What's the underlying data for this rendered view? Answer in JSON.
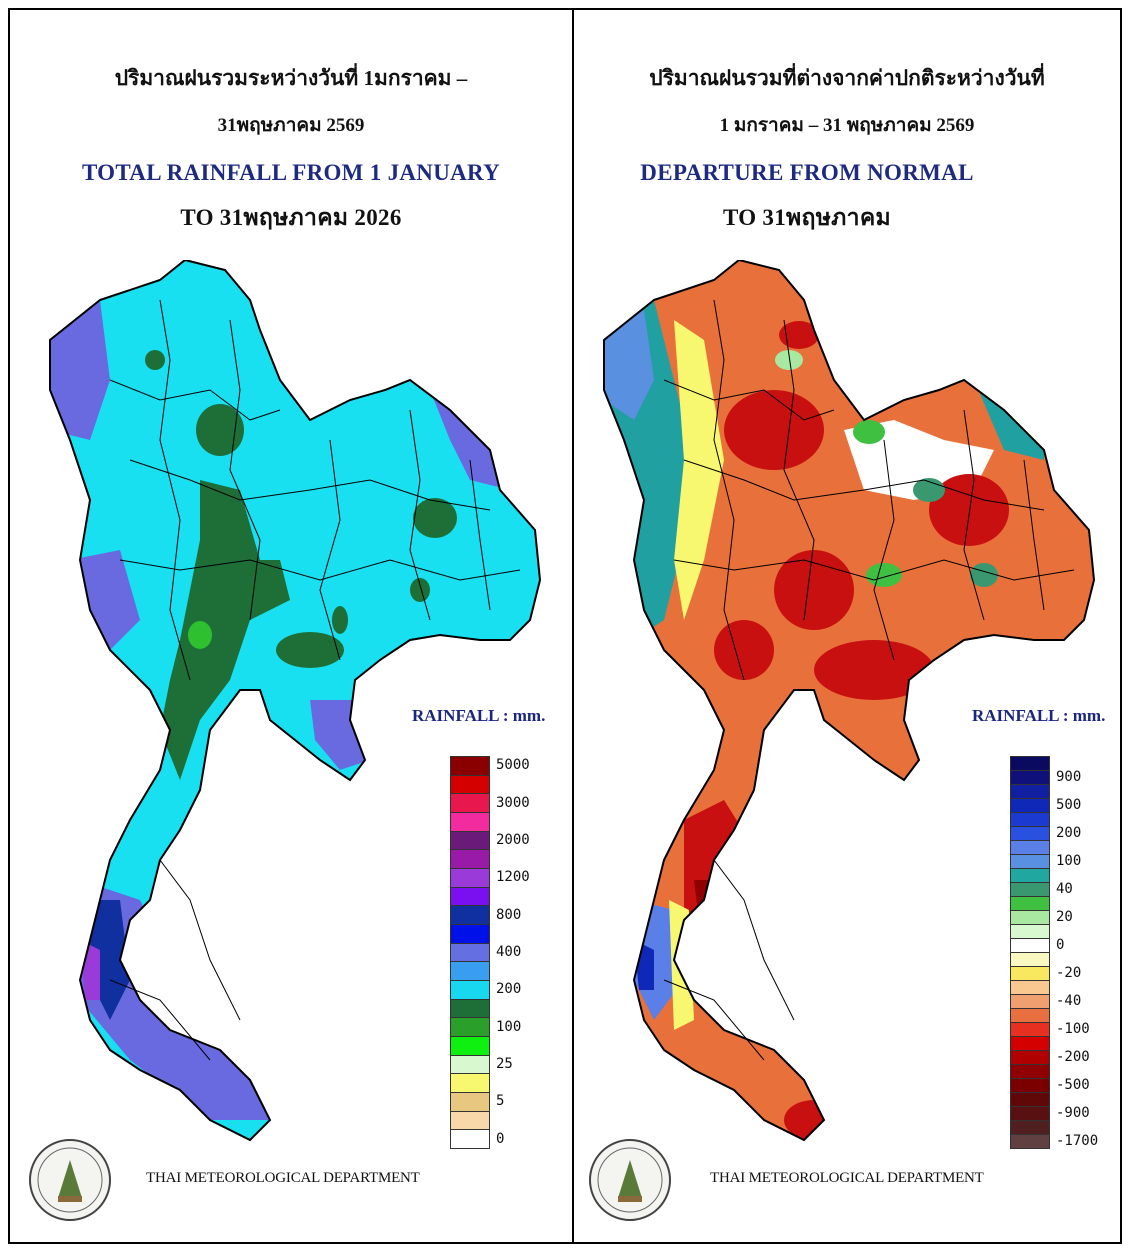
{
  "left_panel": {
    "thai_title_line1": "ปริมาณฝนรวมระหว่างวันที่ 1มกราคม –",
    "thai_title_line2": "31พฤษภาคม  2569",
    "eng_title_line1": "TOTAL RAINFALL FROM 1 JANUARY",
    "eng_title_line2": "TO 31พฤษภาคม 2026",
    "legend_title": "RAINFALL : mm.",
    "legend": [
      {
        "color": "#8a0000",
        "label": "5000"
      },
      {
        "color": "#d40000",
        "label": ""
      },
      {
        "color": "#e8184e",
        "label": "3000"
      },
      {
        "color": "#f22c9e",
        "label": ""
      },
      {
        "color": "#6a1a78",
        "label": "2000"
      },
      {
        "color": "#9a1aa8",
        "label": ""
      },
      {
        "color": "#9a3ad8",
        "label": "1200"
      },
      {
        "color": "#7a10f0",
        "label": ""
      },
      {
        "color": "#1030a0",
        "label": "800"
      },
      {
        "color": "#0010e8",
        "label": ""
      },
      {
        "color": "#6470e0",
        "label": "400"
      },
      {
        "color": "#3a9ef0",
        "label": ""
      },
      {
        "color": "#18d8f0",
        "label": "200"
      },
      {
        "color": "#1e6e38",
        "label": ""
      },
      {
        "color": "#2aa02a",
        "label": "100"
      },
      {
        "color": "#10f010",
        "label": ""
      },
      {
        "color": "#d8f8d0",
        "label": "25"
      },
      {
        "color": "#f8f870",
        "label": ""
      },
      {
        "color": "#e8c880",
        "label": "5"
      },
      {
        "color": "#f8d8a8",
        "label": ""
      },
      {
        "color": "#ffffff",
        "label": "0"
      }
    ],
    "department": "THAI METEOROLOGICAL DEPARTMENT"
  },
  "right_panel": {
    "thai_title_line1": "ปริมาณฝนรวมที่ต่างจากค่าปกติระหว่างวันที่",
    "thai_title_line2": "1 มกราคม – 31 พฤษภาคม 2569",
    "eng_title_line1": "DEPARTURE FROM NORMAL",
    "eng_title_line2": "TO 31พฤษภาคม",
    "legend_title": "RAINFALL : mm.",
    "legend": [
      {
        "color": "#0a0a60",
        "label": ""
      },
      {
        "color": "#10107a",
        "label": "900"
      },
      {
        "color": "#1020a0",
        "label": ""
      },
      {
        "color": "#1028b8",
        "label": "500"
      },
      {
        "color": "#1a3ad0",
        "label": ""
      },
      {
        "color": "#2a50e0",
        "label": "200"
      },
      {
        "color": "#5a80e8",
        "label": ""
      },
      {
        "color": "#5a90e0",
        "label": "100"
      },
      {
        "color": "#20a8a0",
        "label": ""
      },
      {
        "color": "#3a9870",
        "label": "40"
      },
      {
        "color": "#40c040",
        "label": ""
      },
      {
        "color": "#a8e8a0",
        "label": "20"
      },
      {
        "color": "#d8f8d0",
        "label": ""
      },
      {
        "color": "#ffffff",
        "label": "0"
      },
      {
        "color": "#f8f8c0",
        "label": ""
      },
      {
        "color": "#f8e860",
        "label": "-20"
      },
      {
        "color": "#f8c890",
        "label": ""
      },
      {
        "color": "#f0a070",
        "label": "-40"
      },
      {
        "color": "#e87040",
        "label": ""
      },
      {
        "color": "#e83020",
        "label": "-100"
      },
      {
        "color": "#d40000",
        "label": ""
      },
      {
        "color": "#b00000",
        "label": "-200"
      },
      {
        "color": "#900000",
        "label": ""
      },
      {
        "color": "#7a0000",
        "label": "-500"
      },
      {
        "color": "#600808",
        "label": ""
      },
      {
        "color": "#581010",
        "label": "-900"
      },
      {
        "color": "#502020",
        "label": ""
      },
      {
        "color": "#604040",
        "label": "-1700"
      }
    ],
    "department": "THAI METEOROLOGICAL DEPARTMENT"
  },
  "colors": {
    "title_blue": "#1e2a82",
    "left_base": "#18e0f0",
    "left_green": "#1e6e38",
    "left_purple": "#6a6ae0",
    "right_base": "#e8703a",
    "right_dark": "#c81010",
    "right_cool": "#20a0a0"
  }
}
